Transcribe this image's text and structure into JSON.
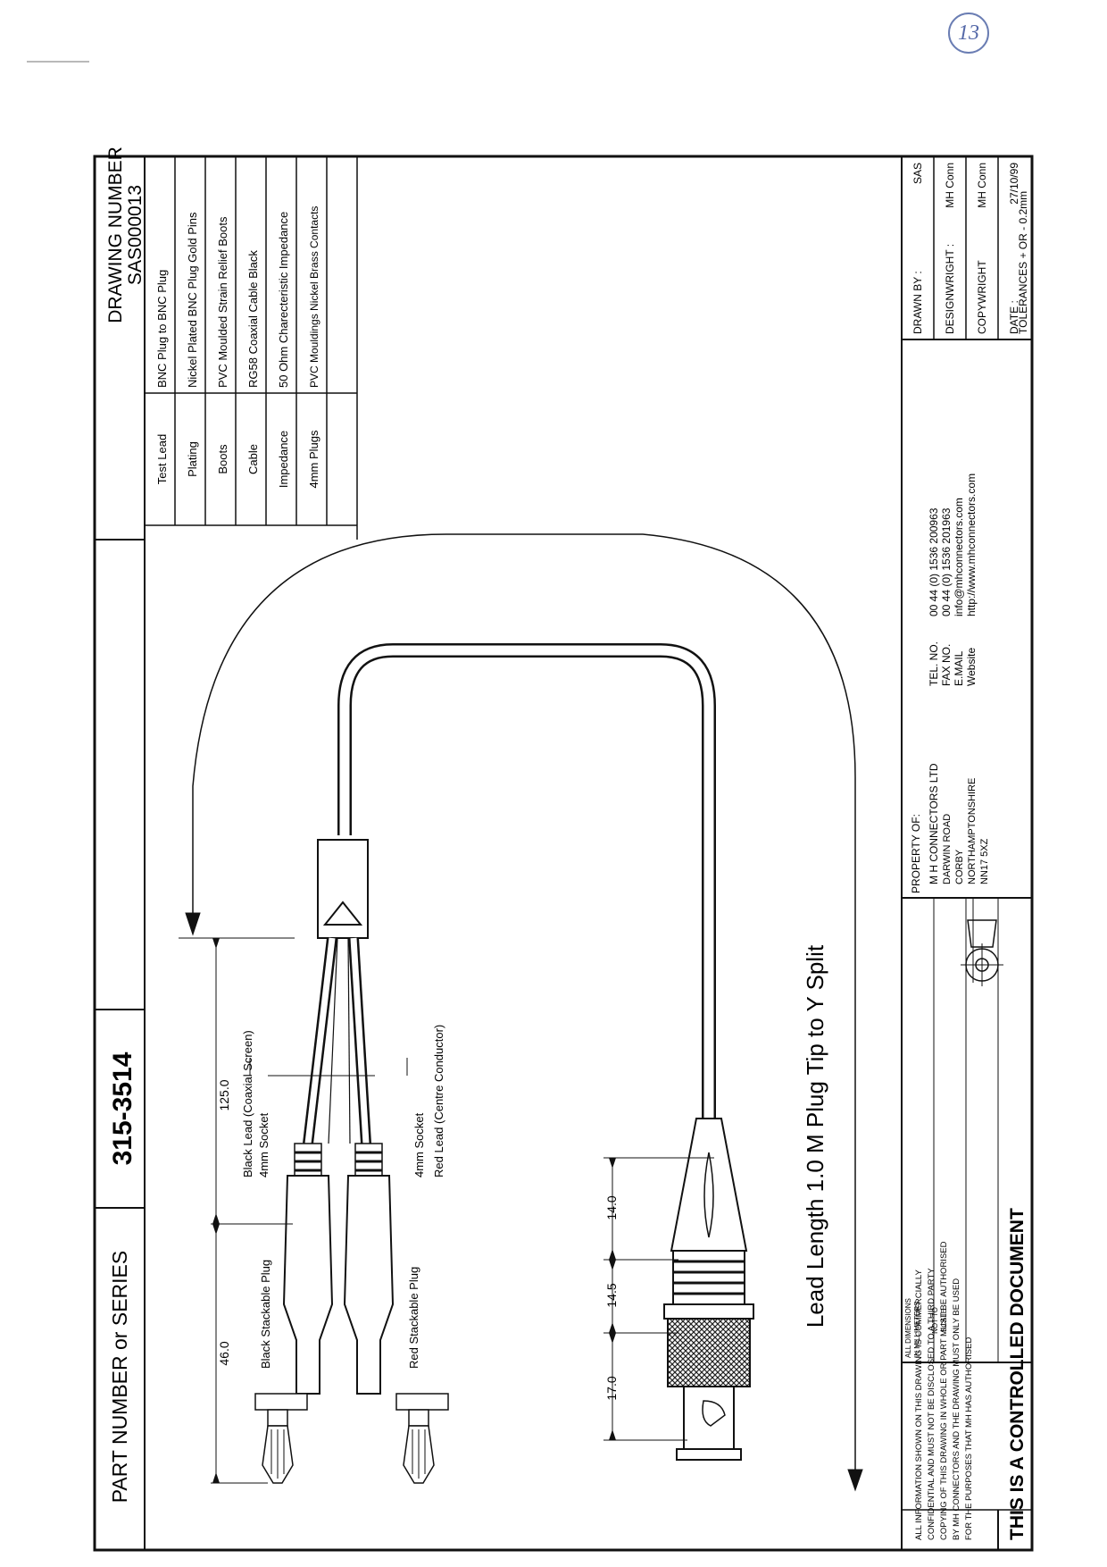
{
  "page_number": "13",
  "part_label": "PART NUMBER or SERIES",
  "part_number": "315-3514",
  "drawing_label": "DRAWING NUMBER",
  "drawing_number": "SAS000013",
  "specs": [
    {
      "label": "Test Lead",
      "value": "BNC Plug to BNC Plug"
    },
    {
      "label": "Plating",
      "value": "Nickel Plated BNC Plug Gold Pins"
    },
    {
      "label": "Boots",
      "value": "PVC Moulded Strain Relief Boots"
    },
    {
      "label": "Cable",
      "value": "RG58 Coaxial Cable Black"
    },
    {
      "label": "Impedance",
      "value": "50 Ohm Charecteristic Impedance"
    },
    {
      "label": "4mm Plugs",
      "value": "PVC Mouldings Nickel Brass Contacts"
    }
  ],
  "lead_length": "Lead Length 1.0 M Plug Tip to Y Split",
  "labels": {
    "black_plug": "Black Stackable Plug",
    "red_plug": "Red Stackable Plug",
    "black_socket": "4mm Socket",
    "red_socket": "4mm Socket",
    "black_lead": "Black Lead (Coaxial Screen)",
    "red_lead": "Red Lead (Centre Conductor)"
  },
  "dims": {
    "d46": "46.0",
    "d125": "125.0",
    "d17": "17.0",
    "d145": "14.5",
    "d14": "14.0"
  },
  "notice": [
    "ALL INFORMATION SHOWN ON THIS DRAWING IS COMMERCIALLY",
    "CONFIDENTIAL AND MUST NOT BE DISCLOSED TO A THIRD PARTY",
    "COPYING OF THIS DRAWING IN WHOLE OR PART MUST BE AUTHORISED",
    "BY MH CONNECTORS AND THE DRAWING MUST ONLY BE USED",
    "FOR THE PURPOSES THAT MH HAS AUTHORISED"
  ],
  "controlled": "THIS IS A CONTROLLED DOCUMENT",
  "dimensions_note": [
    "ALL DIMENSIONS",
    "IN MILLIMETERS"
  ],
  "scale_note": [
    "NOT TO",
    "SCALE"
  ],
  "property": [
    "PROPERTY OF:",
    "M H CONNECTORS LTD",
    "DARWIN ROAD",
    "CORBY",
    "NORTHAMPTONSHIRE",
    "NN17 5XZ"
  ],
  "contact": [
    {
      "label": "TEL. NO.",
      "value": "00 44 (0) 1536 200963"
    },
    {
      "label": "FAX NO.",
      "value": "00 44 (0) 1536 201963"
    },
    {
      "label": "E.MAIL",
      "value": "info@mhconnectors.com"
    },
    {
      "label": "Website",
      "value": "http://www.mhconnectors.com"
    }
  ],
  "titleblock": [
    {
      "label": "DRAWN BY :",
      "value": "SAS"
    },
    {
      "label": "DESIGNWRIGHT :",
      "value": "MH Conn"
    },
    {
      "label": "COPYWRIGHT",
      "value": "MH Conn"
    },
    {
      "label": "DATE :",
      "value": "27/10/99"
    }
  ],
  "tolerances": "TOLERANCES + OR - 0.2mm"
}
